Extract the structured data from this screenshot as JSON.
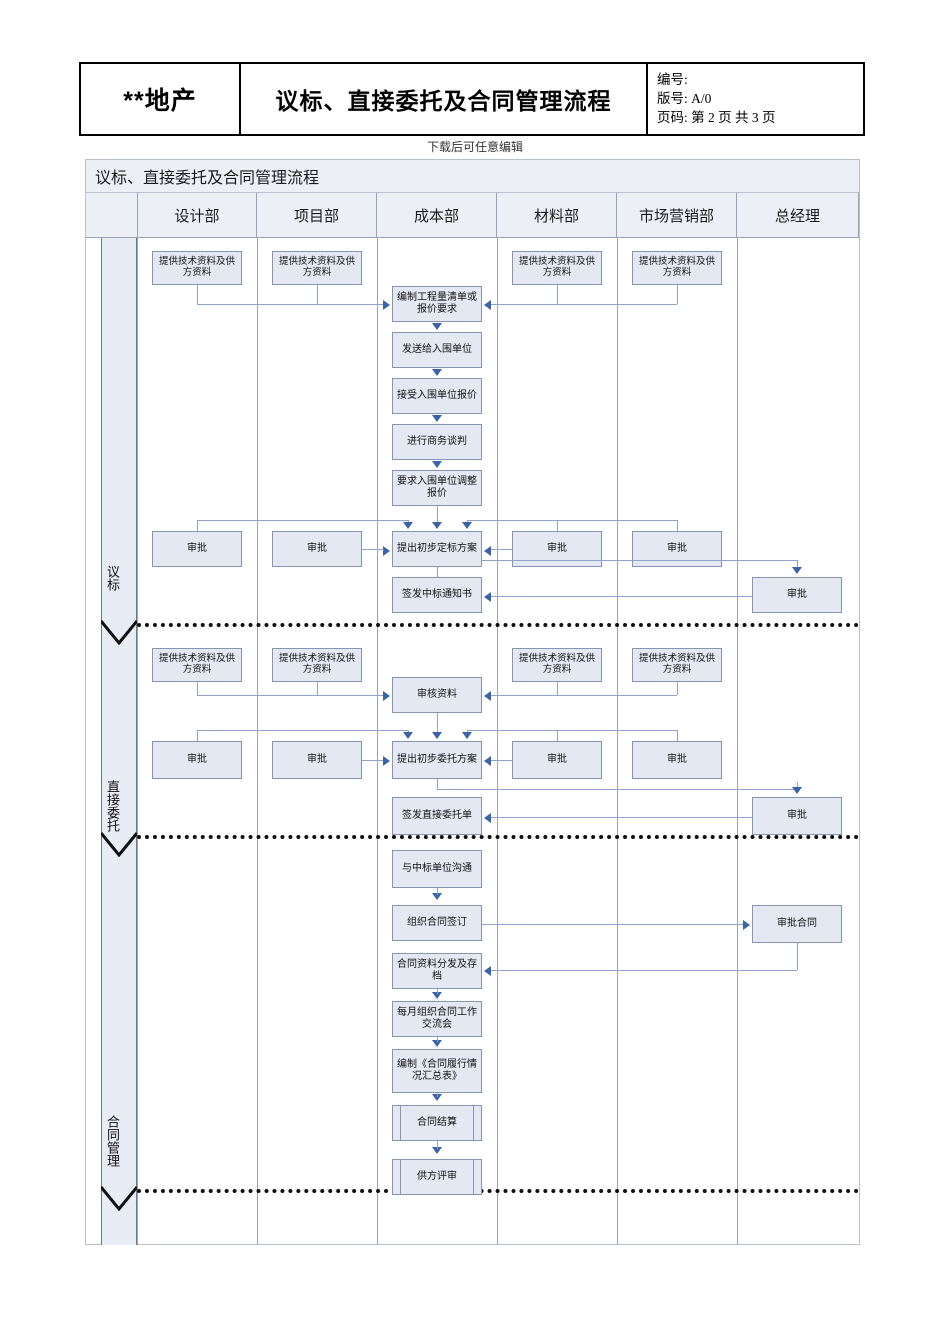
{
  "header": {
    "company": "**地产",
    "title": "议标、直接委托及合同管理流程",
    "meta_no_label": "编号:",
    "meta_version": "版号: A/0",
    "meta_page": "页码: 第 2 页 共 3 页"
  },
  "watermark": "下载后可任意编辑",
  "flow": {
    "banner_title": "议标、直接委托及合同管理流程",
    "lanes": [
      "设计部",
      "项目部",
      "成本部",
      "材料部",
      "市场营销部",
      "总经理"
    ],
    "phases": [
      "议标",
      "直接委托",
      "合同管理"
    ]
  },
  "nodes": {
    "p1_design_provide": "提供技术资料及供方资料",
    "p1_project_provide": "提供技术资料及供方资料",
    "p1_material_provide": "提供技术资料及供方资料",
    "p1_market_provide": "提供技术资料及供方资料",
    "p1_cost_1": "编制工程量清单或报价要求",
    "p1_cost_2": "发送给入围单位",
    "p1_cost_3": "接受入围单位报价",
    "p1_cost_4": "进行商务谈判",
    "p1_cost_5": "要求入围单位调整报价",
    "p1_cost_6": "提出初步定标方案",
    "p1_cost_7": "签发中标通知书",
    "p1_design_approve": "审批",
    "p1_project_approve": "审批",
    "p1_material_approve": "审批",
    "p1_market_approve": "审批",
    "p1_gm_approve": "审批",
    "p2_design_provide": "提供技术资料及供方资料",
    "p2_project_provide": "提供技术资料及供方资料",
    "p2_material_provide": "提供技术资料及供方资料",
    "p2_market_provide": "提供技术资料及供方资料",
    "p2_cost_1": "审核资料",
    "p2_cost_2": "提出初步委托方案",
    "p2_cost_3": "签发直接委托单",
    "p2_design_approve": "审批",
    "p2_project_approve": "审批",
    "p2_material_approve": "审批",
    "p2_market_approve": "审批",
    "p2_gm_approve": "审批",
    "p3_cost_1": "与中标单位沟通",
    "p3_cost_2": "组织合同签订",
    "p3_cost_3": "合同资料分发及存档",
    "p3_cost_4": "每月组织合同工作交流会",
    "p3_cost_5": "编制《合同履行情况汇总表》",
    "p3_cost_6": "合同结算",
    "p3_cost_7": "供方评审",
    "p3_gm_1": "审批合同"
  },
  "colors": {
    "box_fill": "#e3e8f3",
    "box_border": "#8795b0",
    "connector": "#8fa2c8",
    "arrow": "#3a63a8",
    "lane_header_fill": "#eceff5",
    "phase_fill": "#e8ecf5"
  }
}
